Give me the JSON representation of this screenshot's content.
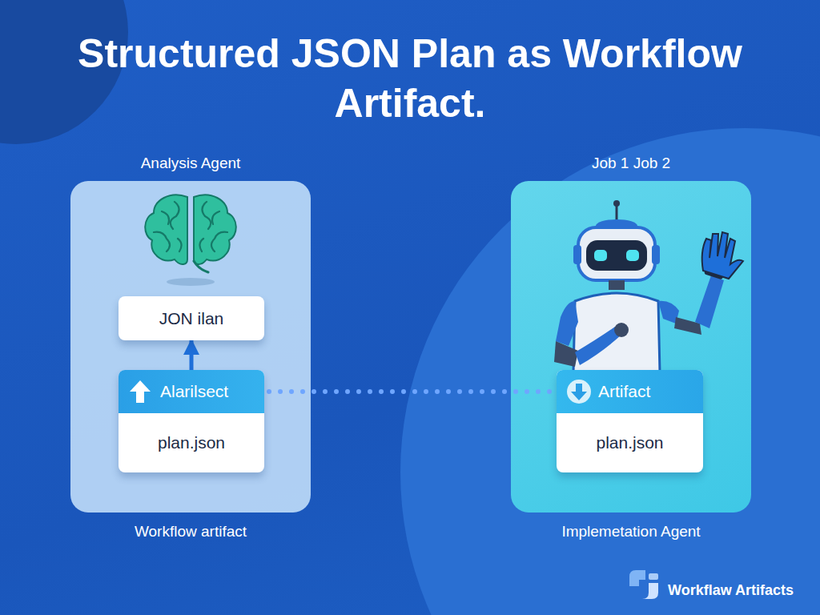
{
  "diagram": {
    "title": "Structured JSON Plan as Workflow Artifact.",
    "nodes": [
      {
        "text": [
          "Analysis Agent",
          "Workflow artifact"
        ]
      },
      {
        "text": [
          "JON ilan"
        ],
        "in": 0
      },
      {
        "text": [
          "Alarilsect",
          "plan.json"
        ],
        "in": 0
      },
      {
        "text": [
          "Job 1 Job 2",
          "Implemetation Agent"
        ]
      },
      {
        "text": [
          "Artifact",
          "plan.json"
        ],
        "in": 3
      }
    ],
    "edges": [
      {
        "from": 2,
        "to": 1,
        "arrow": "to"
      },
      {
        "from": 2,
        "to": 4,
        "arrow": "none"
      }
    ],
    "labels": [
      "Workflaw Artifacts"
    ]
  }
}
